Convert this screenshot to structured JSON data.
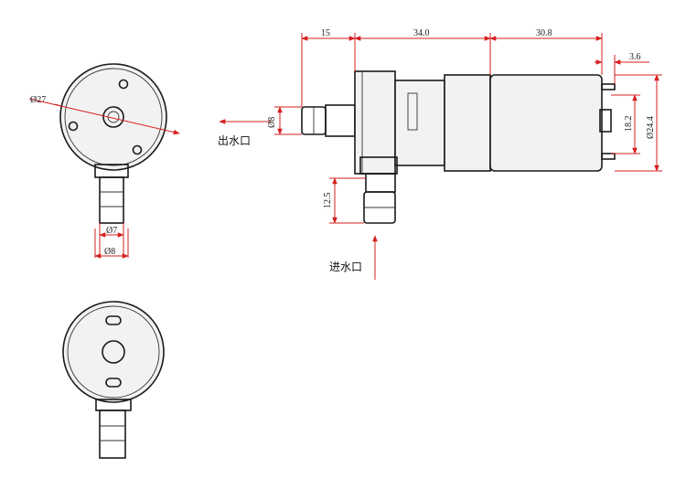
{
  "dimensions": {
    "outlet_len": "15",
    "body_len": "34.0",
    "motor_len": "30.8",
    "terminal": "3.6",
    "outlet_dia": "Ø8",
    "motor_inner": "18.2",
    "motor_dia": "Ø24.4",
    "inlet_len": "12.5",
    "face_dia": "Ø27",
    "nozzle_inner": "Ø7",
    "nozzle_outer": "Ø8"
  },
  "labels": {
    "outlet": "出水口",
    "inlet": "进水口"
  },
  "colors": {
    "dimension": "#d61f1f",
    "outline": "#1a1a1a"
  }
}
